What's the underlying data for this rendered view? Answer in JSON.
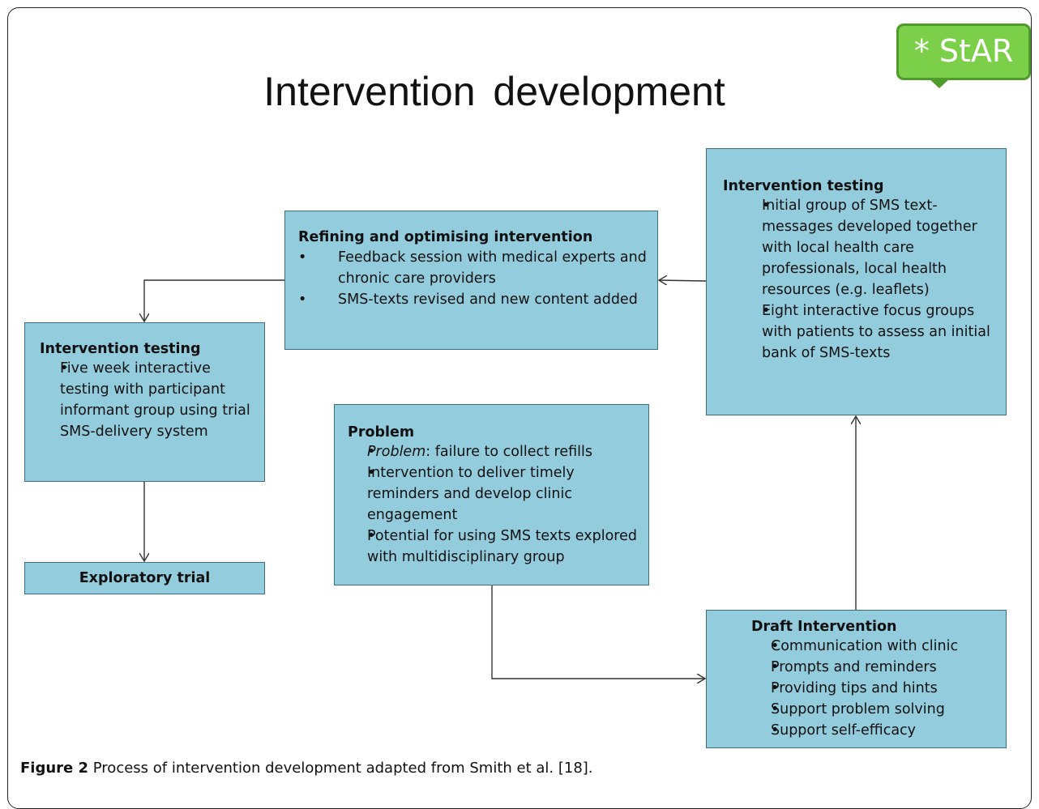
{
  "title": "Intervention development",
  "badge": "* StAR",
  "boxes": {
    "refine": {
      "heading": "Refining and optimising intervention",
      "bullets": [
        "Feedback session with medical experts and chronic care providers",
        "SMS-texts revised and new content added"
      ]
    },
    "testing_right": {
      "heading": "Intervention testing",
      "bullets": [
        "Initial group of SMS text-messages developed together with local health care professionals, local health resources (e.g. leaflets)",
        "Eight interactive focus groups with patients to assess an initial bank of SMS-texts"
      ]
    },
    "testing_left": {
      "heading": "Intervention testing",
      "bullets": [
        "Five week interactive testing with participant informant group using trial SMS-delivery system"
      ]
    },
    "problem": {
      "heading": "Problem",
      "bullet1_em": "Problem",
      "bullet1_rest": ": failure to collect refills",
      "bullets": [
        "Intervention to deliver timely reminders and develop clinic engagement",
        "Potential for using SMS texts explored with multidisciplinary group"
      ]
    },
    "exploratory": {
      "label": "Exploratory trial"
    },
    "draft": {
      "heading": "Draft Intervention",
      "bullets": [
        "Communication with clinic",
        "Prompts and reminders",
        "Providing tips and hints",
        "Support problem solving",
        "Support self-efficacy"
      ]
    }
  },
  "caption": {
    "label": "Figure 2",
    "text": " Process of intervention development adapted from Smith et al. [18]."
  }
}
